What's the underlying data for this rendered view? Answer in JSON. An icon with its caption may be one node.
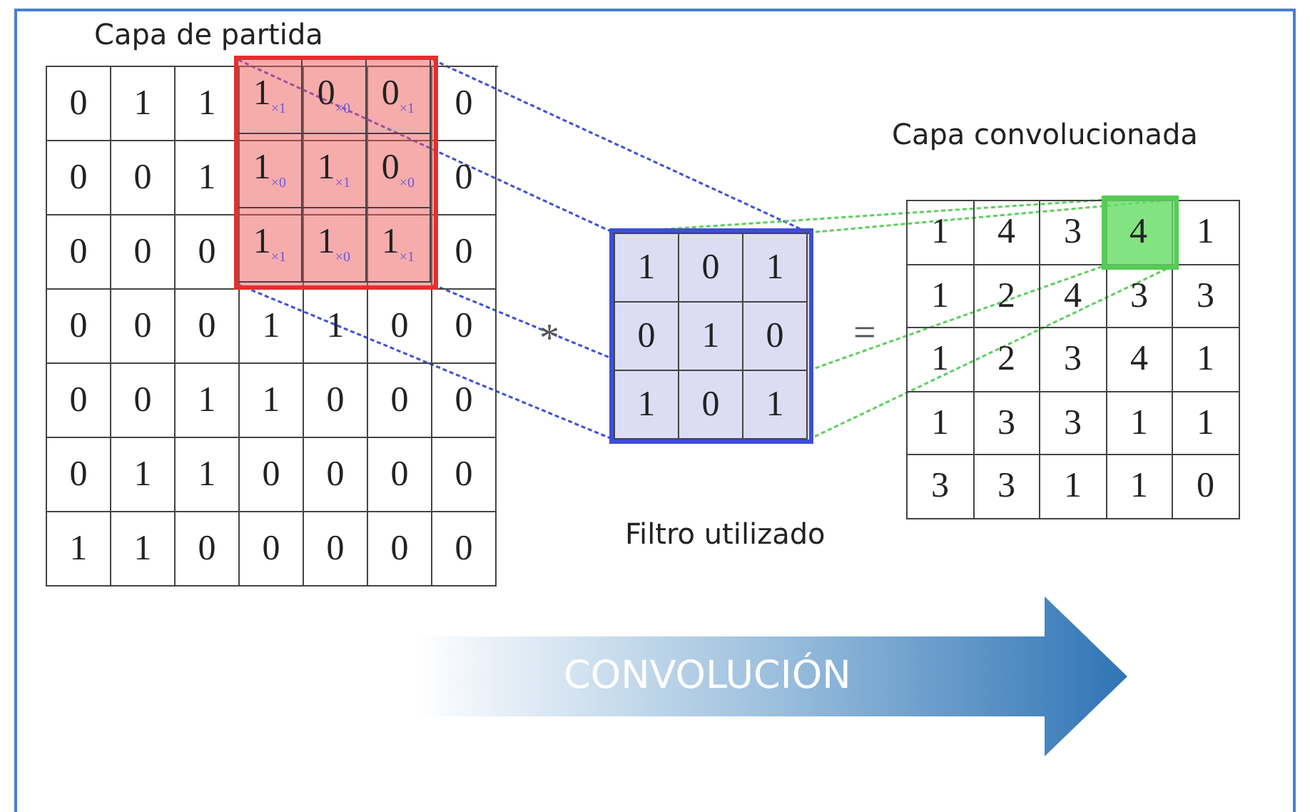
{
  "diagram": {
    "nodes": [
      {
        "text": [
          "Capa de partida",
          "0",
          "1",
          "1",
          "0",
          "0",
          "0",
          "1",
          "0",
          "0",
          "0",
          "0",
          "0",
          "0",
          "0",
          "0",
          "1",
          "1",
          "0",
          "0",
          "0",
          "0",
          "1",
          "1",
          "0",
          "0",
          "0",
          "0",
          "1",
          "1",
          "0",
          "0",
          "0",
          "0",
          "1",
          "1",
          "0",
          "0",
          "0",
          "0",
          "0"
        ]
      },
      {
        "text": [
          "1$_{×1}$",
          "0$_{×0}$",
          "0$_{×1}$",
          "1$_{×0}$",
          "1$_{×1}$",
          "0$_{×0}$",
          "1$_{×1}$",
          "1$_{×0}$",
          "1$_{×1}$"
        ],
        "in": 0
      },
      {
        "text": [
          "1",
          "0",
          "1",
          "0",
          "1",
          "0",
          "1",
          "0",
          "1"
        ],
        "beside": [
          "Filtro utilizado"
        ]
      },
      {
        "text": [
          "Capa convolucionada",
          "1",
          "4",
          "3",
          "1",
          "1",
          "2",
          "4",
          "3",
          "3",
          "1",
          "2",
          "3",
          "4",
          "1",
          "1",
          "3",
          "3",
          "1",
          "1",
          "3",
          "3",
          "1",
          "1",
          "0"
        ]
      },
      {
        "text": [
          "4"
        ],
        "in": 3
      },
      {
        "text": [
          "CONVOLUCIÓN"
        ]
      }
    ],
    "edges": [
      {
        "from": 1,
        "to": 2,
        "arrow": "none",
        "style": "dashed",
        "color": "#3d4fd6"
      },
      {
        "from": 1,
        "to": 2,
        "arrow": "none",
        "style": "dashed",
        "color": "#3d4fd6"
      },
      {
        "from": 1,
        "to": 2,
        "arrow": "none",
        "style": "dashed",
        "color": "#3d4fd6"
      },
      {
        "from": 1,
        "to": 2,
        "arrow": "none",
        "style": "dashed",
        "color": "#3d4fd6"
      },
      {
        "from": 2,
        "to": 4,
        "arrow": "none",
        "style": "dashed",
        "color": "#5ccf5c"
      },
      {
        "from": 2,
        "to": 4,
        "arrow": "none",
        "style": "dashed",
        "color": "#5ccf5c"
      },
      {
        "from": 2,
        "to": 4,
        "arrow": "none",
        "style": "dashed",
        "color": "#5ccf5c"
      },
      {
        "from": 2,
        "to": 4,
        "arrow": "none",
        "style": "dashed",
        "color": "#5ccf5c"
      }
    ],
    "labels": [
      "*",
      "="
    ]
  }
}
